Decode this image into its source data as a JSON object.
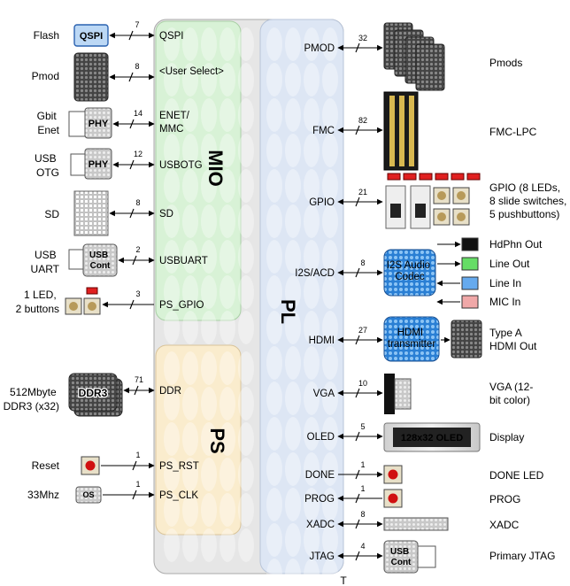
{
  "fpga": {
    "mio_label": "MIO",
    "ps_label": "PS",
    "pl_label": "PL",
    "bottom_mark": "T"
  },
  "left": {
    "flash": {
      "name": "Flash",
      "chip": "QSPI",
      "pin": "QSPI",
      "width": "7"
    },
    "pmod": {
      "name": "Pmod",
      "pin": "<User Select>",
      "width": "8"
    },
    "enet": {
      "name": [
        "Gbit",
        "Enet"
      ],
      "chip": "PHY",
      "pin": [
        "ENET/",
        "MMC"
      ],
      "width": "14"
    },
    "usbotg": {
      "name": [
        "USB",
        "OTG"
      ],
      "chip": "PHY",
      "pin": "USBOTG",
      "width": "12"
    },
    "sd": {
      "name": "SD",
      "pin": "SD",
      "width": "8"
    },
    "uart": {
      "name": [
        "USB",
        "UART"
      ],
      "chip": [
        "USB",
        "Cont"
      ],
      "pin": "USBUART",
      "width": "2"
    },
    "gpio": {
      "name": [
        "1 LED,",
        "2 buttons"
      ],
      "pin": "PS_GPIO",
      "width": "3"
    },
    "ddr": {
      "name": [
        "512Mbyte",
        "DDR3 (x32)"
      ],
      "chip": "DDR3",
      "pin": "DDR",
      "width": "71"
    },
    "reset": {
      "name": "Reset",
      "pin": "PS_RST",
      "width": "1"
    },
    "clk": {
      "name": "33Mhz",
      "chip": "OS",
      "pin": "PS_CLK",
      "width": "1"
    }
  },
  "right": {
    "pmod": {
      "pin": "PMOD",
      "width": "32",
      "label": "Pmods"
    },
    "fmc": {
      "pin": "FMC",
      "width": "82",
      "label": "FMC-LPC"
    },
    "gpio": {
      "pin": "GPIO",
      "width": "21",
      "label": [
        "GPIO (8 LEDs,",
        "8 slide switches,",
        "5 pushbuttons)"
      ]
    },
    "i2s": {
      "pin": "I2S/ACD",
      "width": "8",
      "chip": [
        "I2S Audio",
        "Codec"
      ],
      "outputs": [
        "HdPhn Out",
        "Line Out",
        "Line In",
        "MIC In"
      ],
      "output_colors": [
        "#111111",
        "#66dd66",
        "#66aaee",
        "#f0a8a8"
      ]
    },
    "hdmi": {
      "pin": "HDMI",
      "width": "27",
      "chip": [
        "HDMI",
        "transmitter"
      ],
      "label": [
        "Type A",
        "HDMI Out"
      ]
    },
    "vga": {
      "pin": "VGA",
      "width": "10",
      "label": [
        "VGA (12-",
        "bit color)"
      ]
    },
    "oled": {
      "pin": "OLED",
      "width": "5",
      "chip": "128x32 OLED",
      "label": "Display"
    },
    "done": {
      "pin": "DONE",
      "width": "1",
      "label": "DONE LED"
    },
    "prog": {
      "pin": "PROG",
      "width": "1",
      "label": "PROG"
    },
    "xadc": {
      "pin": "XADC",
      "width": "8",
      "label": "XADC"
    },
    "jtag": {
      "pin": "JTAG",
      "width": "4",
      "chip": [
        "USB",
        "Cont"
      ],
      "label": "Primary JTAG"
    }
  }
}
